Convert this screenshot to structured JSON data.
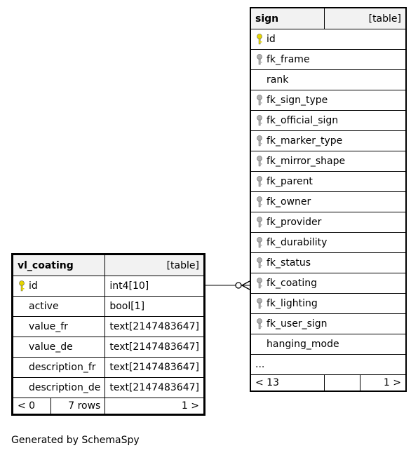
{
  "sign": {
    "name": "sign",
    "type": "[table]",
    "columns": [
      {
        "name": "id",
        "key": "primary"
      },
      {
        "name": "fk_frame",
        "key": "foreign"
      },
      {
        "name": "rank",
        "key": "none"
      },
      {
        "name": "fk_sign_type",
        "key": "foreign"
      },
      {
        "name": "fk_official_sign",
        "key": "foreign"
      },
      {
        "name": "fk_marker_type",
        "key": "foreign"
      },
      {
        "name": "fk_mirror_shape",
        "key": "foreign"
      },
      {
        "name": "fk_parent",
        "key": "foreign"
      },
      {
        "name": "fk_owner",
        "key": "foreign"
      },
      {
        "name": "fk_provider",
        "key": "foreign"
      },
      {
        "name": "fk_durability",
        "key": "foreign"
      },
      {
        "name": "fk_status",
        "key": "foreign"
      },
      {
        "name": "fk_coating",
        "key": "foreign"
      },
      {
        "name": "fk_lighting",
        "key": "foreign"
      },
      {
        "name": "fk_user_sign",
        "key": "foreign"
      },
      {
        "name": "hanging_mode",
        "key": "none"
      }
    ],
    "more": "...",
    "footer": {
      "left": "< 13",
      "middle": "",
      "right": "1 >"
    }
  },
  "vl_coating": {
    "name": "vl_coating",
    "type": "[table]",
    "columns": [
      {
        "name": "id",
        "datatype": "int4[10]",
        "key": "primary"
      },
      {
        "name": "active",
        "datatype": "bool[1]",
        "key": "none"
      },
      {
        "name": "value_fr",
        "datatype": "text[2147483647]",
        "key": "none"
      },
      {
        "name": "value_de",
        "datatype": "text[2147483647]",
        "key": "none"
      },
      {
        "name": "description_fr",
        "datatype": "text[2147483647]",
        "key": "none"
      },
      {
        "name": "description_de",
        "datatype": "text[2147483647]",
        "key": "none"
      }
    ],
    "footer": {
      "left": "< 0",
      "middle": "7 rows",
      "right": "1 >"
    }
  },
  "footer_text": "Generated by SchemaSpy",
  "colors": {
    "primary_key": "#e6d600",
    "foreign_key": "#b0b0b0",
    "header_bg": "#f2f2f2"
  }
}
